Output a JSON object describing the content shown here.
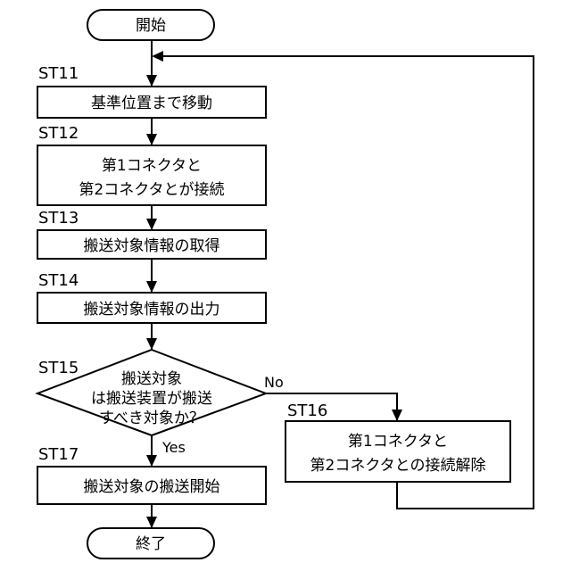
{
  "start": "開始",
  "end": "終了",
  "steps": {
    "st11": {
      "id": "ST11",
      "text": "基準位置まで移動"
    },
    "st12": {
      "id": "ST12",
      "line1": "第1コネクタと",
      "line2": "第2コネクタとが接続"
    },
    "st13": {
      "id": "ST13",
      "text": "搬送対象情報の取得"
    },
    "st14": {
      "id": "ST14",
      "text": "搬送対象情報の出力"
    },
    "st15": {
      "id": "ST15",
      "line1": "搬送対象",
      "line2": "は搬送装置が搬送",
      "line3": "すべき対象か？"
    },
    "st16": {
      "id": "ST16",
      "line1": "第1コネクタと",
      "line2": "第2コネクタとの接続解除"
    },
    "st17": {
      "id": "ST17",
      "text": "搬送対象の搬送開始"
    }
  },
  "branches": {
    "yes": "Yes",
    "no": "No"
  }
}
